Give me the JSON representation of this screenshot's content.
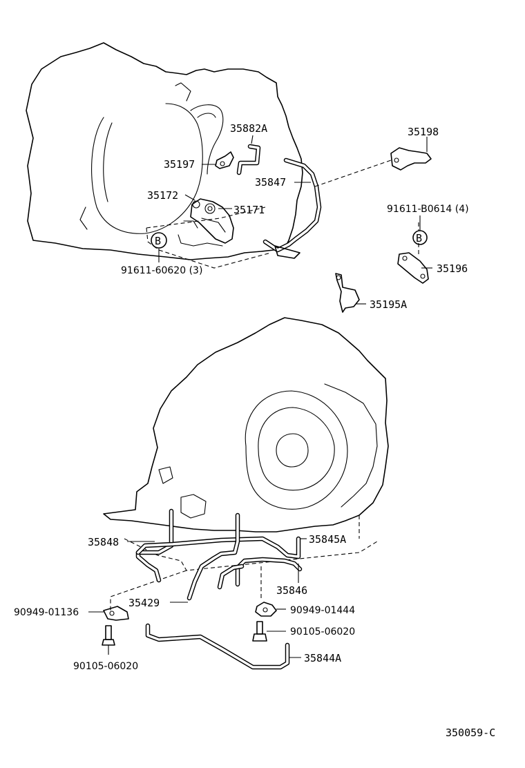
{
  "diagram_id": "350059-C",
  "callout_letter": "B",
  "labels": {
    "p35882a": "35882A",
    "p35198": "35198",
    "p35197": "35197",
    "p35847": "35847",
    "p35172": "35172",
    "p35171": "35171",
    "p91611_b0614": "91611-B0614 (4)",
    "p91611_60620": "91611-60620 (3)",
    "p35196": "35196",
    "p35195a": "35195A",
    "p35848": "35848",
    "p35845a": "35845A",
    "p35846": "35846",
    "p35429": "35429",
    "p90949_01136": "90949-01136",
    "p90949_01444": "90949-01444",
    "p90105_06020_right": "90105-06020",
    "p90105_06020_left": "90105-06020",
    "p35844a": "35844A"
  }
}
